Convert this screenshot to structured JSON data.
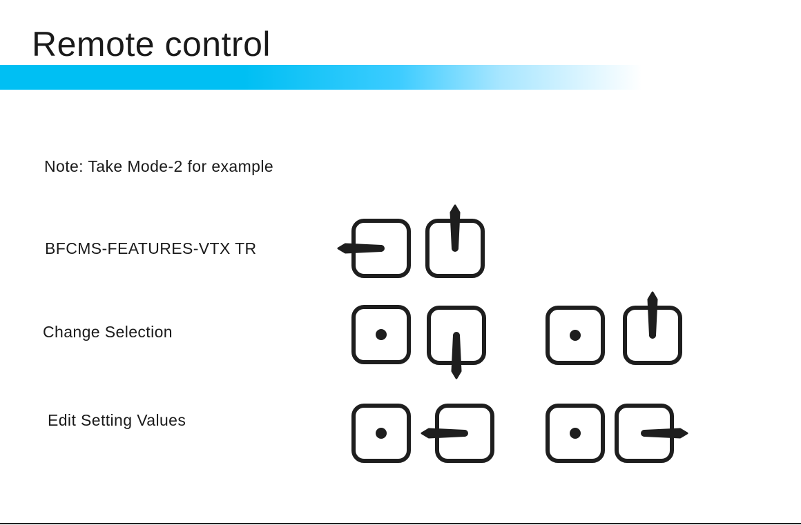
{
  "header": {
    "title": "Remote control",
    "accent_color": "#00bff3"
  },
  "note": "Note: Take Mode-2 for example",
  "rows": [
    {
      "label": "BFCMS-FEATURES-VTX TR",
      "combos": [
        [
          "left",
          "up"
        ]
      ]
    },
    {
      "label": "Change Selection",
      "combos": [
        [
          "center",
          "down"
        ],
        [
          "center",
          "up"
        ]
      ]
    },
    {
      "label": "Edit Setting Values",
      "combos": [
        [
          "center",
          "left"
        ],
        [
          "center",
          "right"
        ]
      ]
    }
  ]
}
